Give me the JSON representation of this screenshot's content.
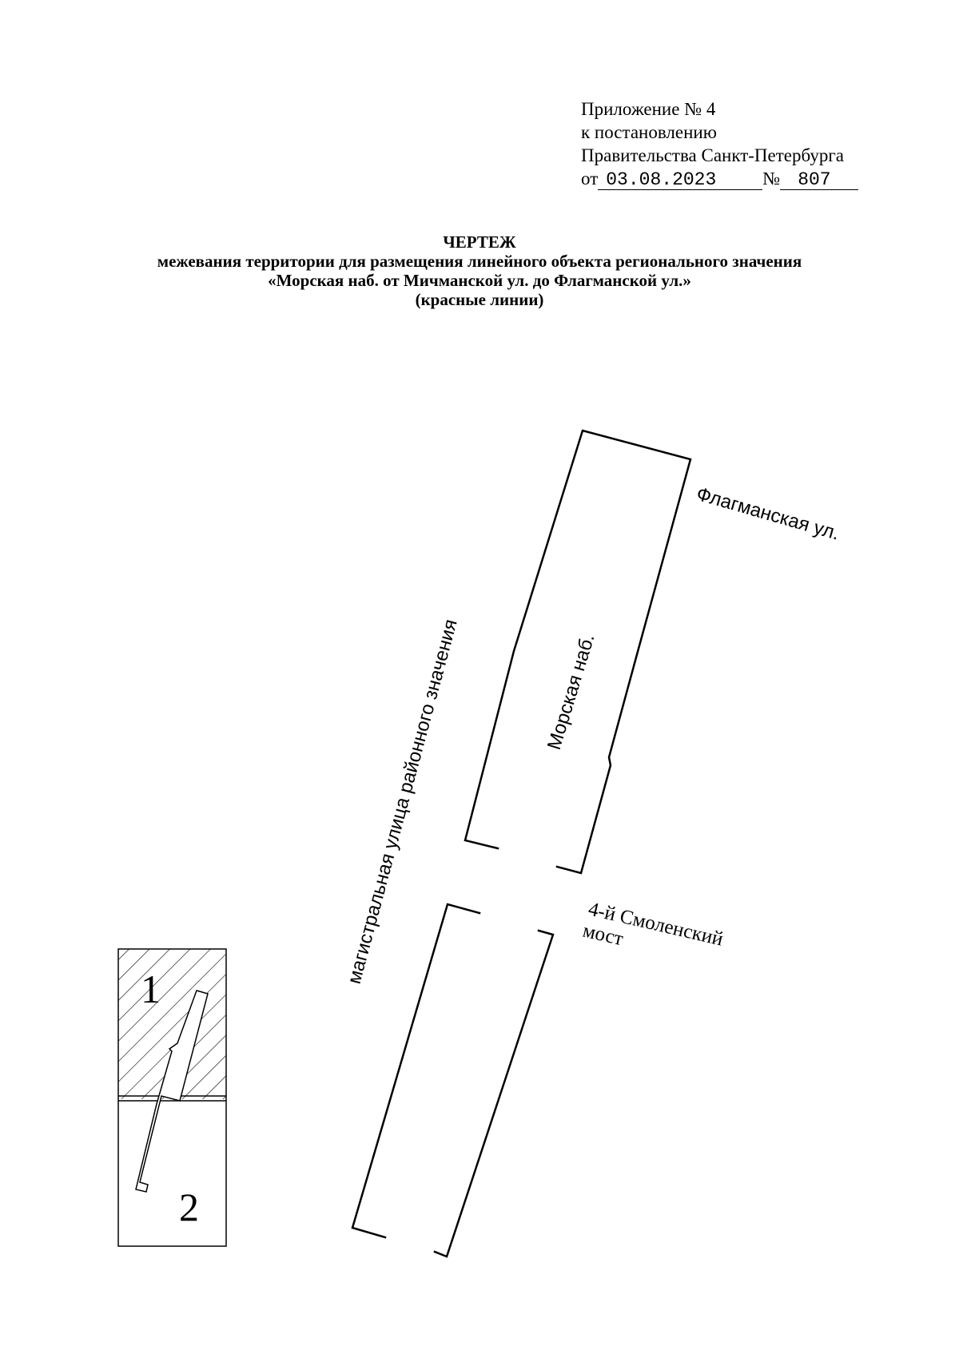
{
  "appendix": {
    "line1": "Приложение № 4",
    "line2": "к постановлению",
    "line3": "Правительства Санкт-Петербурга",
    "date_prefix": "от",
    "date_value": "03.08.2023",
    "number_prefix": "№",
    "number_value": "807"
  },
  "title": {
    "heading": "ЧЕРТЕЖ",
    "line1": "межевания территории для размещения линейного объекта регионального значения",
    "line2": "«Морская наб. от Мичманской ул. до Флагманской ул.»",
    "line3": "(красные линии)"
  },
  "map_labels": {
    "flagmanskaya": "Флагманская ул.",
    "morskaya": "Морская наб.",
    "magistral": "магистральная улица районного значения",
    "bridge_line1": "4-й Смоленский",
    "bridge_line2": "мост"
  },
  "index_map": {
    "sheet_1": "1",
    "sheet_2": "2"
  }
}
